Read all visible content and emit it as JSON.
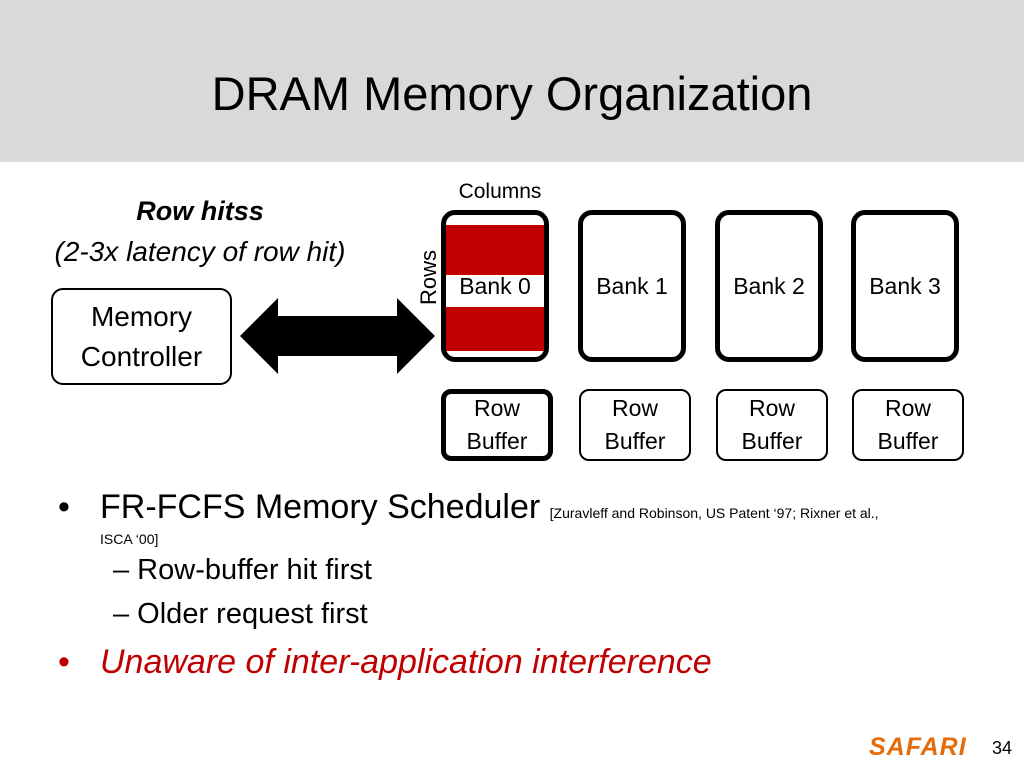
{
  "slide": {
    "title": "DRAM Memory Organization",
    "page_number": "34",
    "logo": "SAFARI"
  },
  "diagram": {
    "row_hits_label": "Row hitss",
    "latency_label": "(2-3x latency of row hit)",
    "memory_controller": [
      "Memory",
      "Controller"
    ],
    "rows_label": "Rows",
    "columns_label": "Columns",
    "banks": [
      "Bank 0",
      "Bank 1",
      "Bank 2",
      "Bank 3"
    ],
    "row_buffer": [
      "Row",
      "Buffer"
    ],
    "colors": {
      "active_row": "#c00000",
      "logo": "#e46c0a",
      "title_bg": "#d9d9d9"
    }
  },
  "bullets": {
    "b1_text": "FR-FCFS Memory Scheduler",
    "b1_cite_a": "[Zuravleff and Robinson, US Patent ‘97; Rixner et al.,",
    "b1_cite_b": "ISCA ‘00]",
    "sub1": "– Row-buffer hit first",
    "sub2": "– Older request first",
    "b2_text": "Unaware of inter-application interference",
    "bullet_glyph": "•"
  }
}
